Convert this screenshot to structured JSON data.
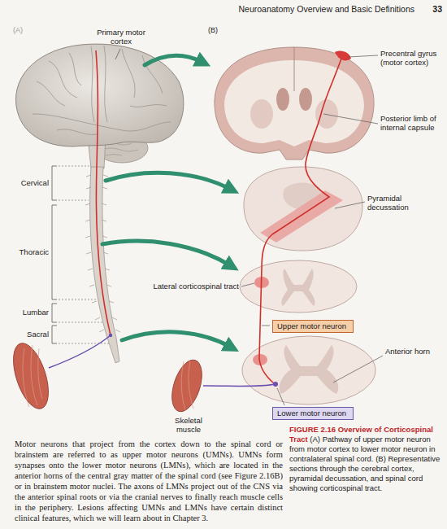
{
  "diagram": {
    "title": "FIGURE 2.16 Overview of Corticospinal Tract",
    "caption": "(A) Pathway of upper motor neuron from motor cortex to lower motor neuron in contralateral spinal cord. (B) Representative sections through the cerebral cortex, pyramidal decussation, and spinal cord showing corticospinal tract.",
    "nodes": [
      {
        "text": [
          "Upper motor neuron"
        ]
      },
      {
        "text": [
          "Lower motor neuron"
        ]
      }
    ],
    "labels": [
      "Neuroanatomy Overview and Basic Definitions",
      "33",
      "(A)",
      "(B)",
      "Primary motor cortex",
      "Precentral gyrus (motor cortex)",
      "Posterior limb of internal capsule",
      "Pyramidal decussation",
      "Cervical",
      "Thoracic",
      "Lumbar",
      "Sacral",
      "Lateral corticospinal tract",
      "Anterior horn",
      "Skeletal muscle",
      "Motor neurons that project from the cortex down to the spinal cord or brainstem are referred to as upper motor neurons (UMNs). UMNs form synapses onto the lower motor neurons (LMNs), which are located in the anterior horns of the central gray matter of the spinal cord (see Figure 2.16B) or in brainstem motor nuclei. The axons of LMNs project out of the CNS via the anterior spinal roots or via the cranial nerves to finally reach muscle cells in the periphery. Lesions affecting UMNs and LMNs have certain distinct clinical features, which we will learn about in Chapter 3."
    ]
  }
}
